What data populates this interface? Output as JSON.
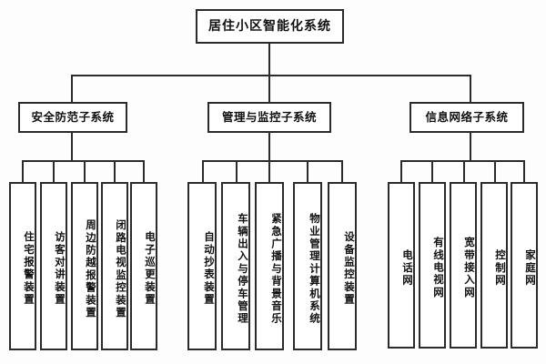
{
  "diagram": {
    "title": "居住小区智能化系统",
    "type": "tree",
    "orientation": "top-down",
    "colors": {
      "line": "#2b2b2b",
      "box_fill": "#ffffff",
      "text": "#111111",
      "background": "#fdfdfd"
    },
    "root": {
      "label": "居住小区智能化系统"
    },
    "branches": [
      {
        "label": "安全防范子系统",
        "leaves": [
          {
            "label": "住宅报警装置"
          },
          {
            "label": "访客对讲装置"
          },
          {
            "label": "周边防越报警装置"
          },
          {
            "label": "闭路电视监控装置"
          },
          {
            "label": "电子巡更装置"
          }
        ]
      },
      {
        "label": "管理与监控子系统",
        "leaves": [
          {
            "label": "自动抄表装置"
          },
          {
            "label": "车辆出入与停车管理"
          },
          {
            "label": "紧急广播与背景音乐"
          },
          {
            "label": "物业管理计算机系统"
          },
          {
            "label": "设备监控装置"
          }
        ]
      },
      {
        "label": "信息网络子系统",
        "leaves": [
          {
            "label": "电话网"
          },
          {
            "label": "有线电视网"
          },
          {
            "label": "宽带接入网"
          },
          {
            "label": "控制网"
          },
          {
            "label": "家庭网"
          }
        ]
      }
    ]
  }
}
